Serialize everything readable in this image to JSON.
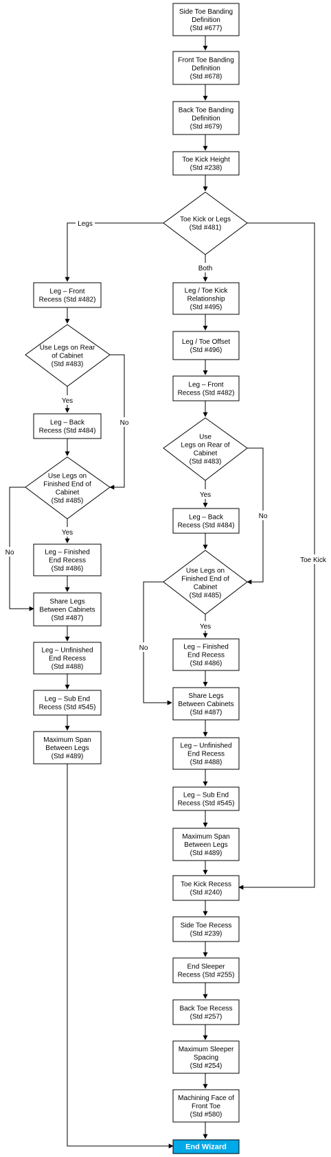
{
  "nodes": {
    "side_toe_banding": [
      "Side Toe Banding",
      "Definition",
      "(Std #677)"
    ],
    "front_toe_banding": [
      "Front Toe Banding",
      "Definition",
      "(Std #678)"
    ],
    "back_toe_banding": [
      "Back Toe Banding",
      "Definition",
      "(Std #679)"
    ],
    "toe_kick_height": [
      "Toe Kick Height",
      "(Std #238)"
    ],
    "toe_kick_or_legs": [
      "Toe Kick or Legs",
      "(Std #481)"
    ],
    "legs_front_recess": [
      "Leg – Front",
      "Recess (Std #482)"
    ],
    "legs_use_rear": [
      "Use Legs on Rear",
      "of Cabinet",
      "(Std #483)"
    ],
    "legs_back_recess": [
      "Leg – Back",
      "Recess (Std #484)"
    ],
    "legs_use_finished": [
      "Use Legs on",
      "Finished End of",
      "Cabinet",
      "(Std #485)"
    ],
    "legs_finished_end": [
      "Leg – Finished",
      "End Recess",
      "(Std #486)"
    ],
    "legs_share": [
      "Share Legs",
      "Between Cabinets",
      "(Std #487)"
    ],
    "legs_unfinished_end": [
      "Leg – Unfinished",
      "End Recess",
      "(Std #488)"
    ],
    "legs_sub_end": [
      "Leg – Sub End",
      "Recess (Std #545)"
    ],
    "legs_max_span": [
      "Maximum Span",
      "Between Legs",
      "(Std #489)"
    ],
    "both_relationship": [
      "Leg / Toe Kick",
      "Relationship",
      "(Std #495)"
    ],
    "both_offset": [
      "Leg / Toe Offset",
      "(Std #496)"
    ],
    "both_front_recess": [
      "Leg – Front",
      "Recess (Std #482)"
    ],
    "both_use_rear": [
      "Use",
      "Legs on Rear of",
      "Cabinet",
      "(Std #483)"
    ],
    "both_back_recess": [
      "Leg – Back",
      "Recess (Std #484)"
    ],
    "both_use_finished": [
      "Use Legs on",
      "Finished End of",
      "Cabinet",
      "(Std #485)"
    ],
    "both_finished_end": [
      "Leg – Finished",
      "End Recess",
      "(Std #486)"
    ],
    "both_share": [
      "Share Legs",
      "Between Cabinets",
      "(Std #487)"
    ],
    "both_unfinished_end": [
      "Leg – Unfinished",
      "End Recess",
      "(Std #488)"
    ],
    "both_sub_end": [
      "Leg – Sub End",
      "Recess (Std #545)"
    ],
    "both_max_span": [
      "Maximum Span",
      "Between Legs",
      "(Std #489)"
    ],
    "toe_kick_recess": [
      "Toe Kick Recess",
      "(Std #240)"
    ],
    "side_toe_recess": [
      "Side Toe Recess",
      "(Std #239)"
    ],
    "end_sleeper_recess": [
      "End Sleeper",
      "Recess (Std #255)"
    ],
    "back_toe_recess": [
      "Back Toe Recess",
      "(Std #257)"
    ],
    "max_sleeper_spacing": [
      "Maximum Sleeper",
      "Spacing",
      "(Std #254)"
    ],
    "machining_face": [
      "Machining Face of",
      "Front Toe",
      "(Std #580)"
    ],
    "end_wizard": [
      "End Wizard"
    ]
  },
  "edge_labels": {
    "legs": "Legs",
    "both": "Both",
    "toe_kick": "Toe Kick",
    "yes": "Yes",
    "no": "No"
  },
  "colors": {
    "end_fill": "#00a9e8",
    "line": "#000000"
  }
}
